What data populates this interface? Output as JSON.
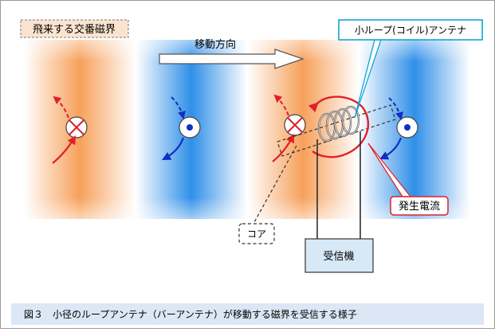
{
  "labels": {
    "field": "飛来する交番磁界",
    "direction": "移動方向",
    "antenna": "小ループ(コイル)アンテナ",
    "core": "コア",
    "current": "発生電流",
    "receiver": "受信機"
  },
  "caption": "図３　小径のループアンテナ（バーアンテナ）が移動する磁界を受信する様子",
  "colors": {
    "orange": "#f7a05a",
    "blue": "#2f8fe8",
    "red": "#e0202a",
    "dark_blue": "#1030c0",
    "caption_bg": "#dbe7f5",
    "cyan": "#00a0d8",
    "receiver_bg": "#d7e8f6"
  },
  "field_symbols": [
    {
      "symbol": "cross-circle",
      "band": "orange"
    },
    {
      "symbol": "dot-circle",
      "band": "blue"
    },
    {
      "symbol": "cross-circle",
      "band": "orange"
    },
    {
      "symbol": "dot-circle",
      "band": "blue"
    }
  ]
}
